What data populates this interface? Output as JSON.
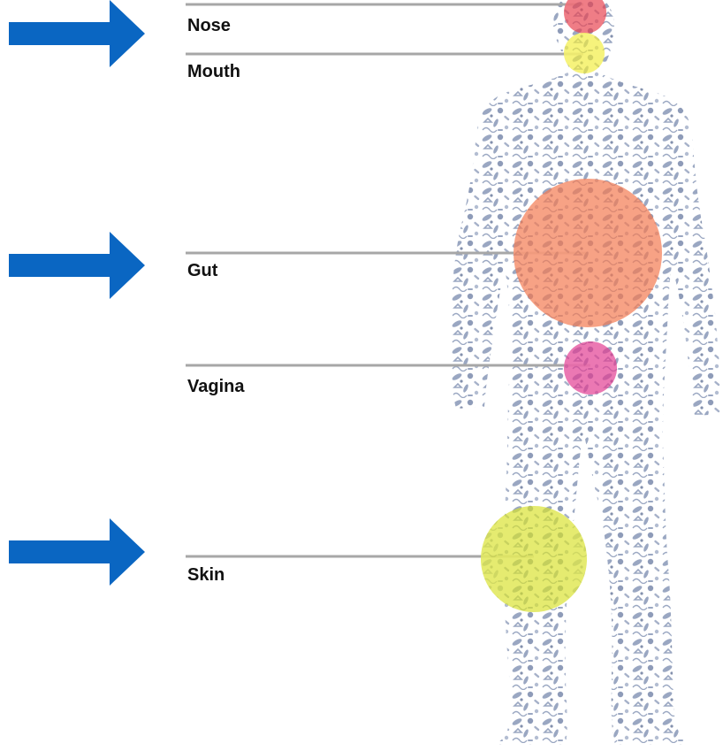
{
  "labels": {
    "nose": "Nose",
    "mouth": "Mouth",
    "gut": "Gut",
    "vagina": "Vagina",
    "skin": "Skin"
  },
  "colors": {
    "arrow": "#0a66c2",
    "leader_line": "#a7a7a7",
    "body_microbes": "#9aa7c2",
    "nose_circle": "#e8424f",
    "mouth_circle": "#f2ec3a",
    "gut_circle": "#f47b52",
    "vagina_circle": "#e23a8f",
    "skin_circle": "#d8e22a"
  }
}
